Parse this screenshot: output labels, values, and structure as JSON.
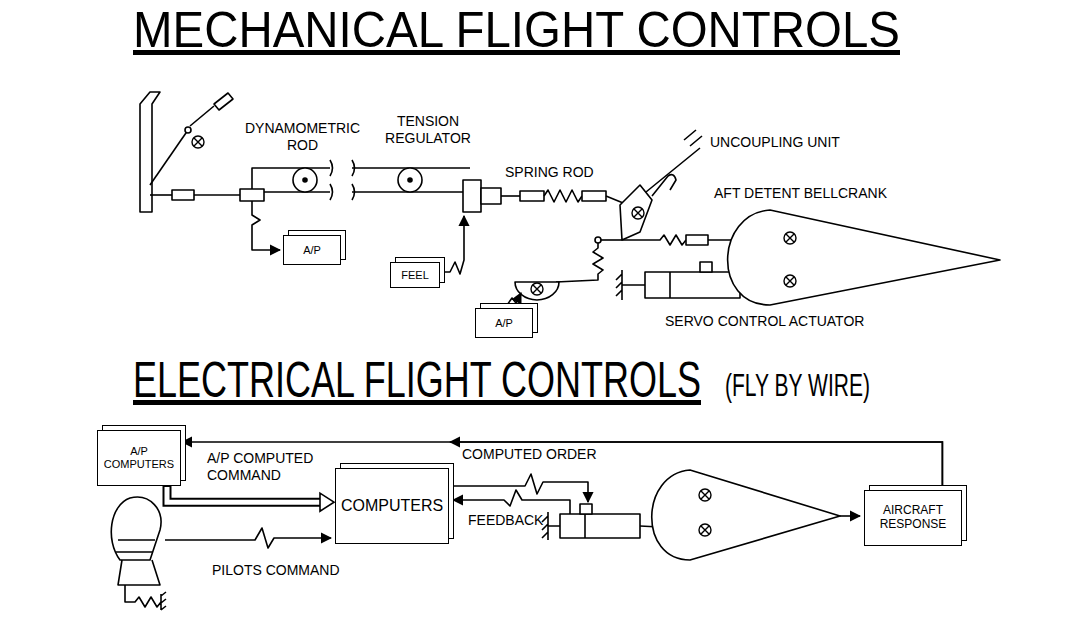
{
  "diagram": {
    "title": "MECHANICAL FLIGHT CONTROLS",
    "nodes": [
      {
        "text": [
          "A/P"
        ]
      },
      {
        "text": [
          "FEEL"
        ]
      },
      {
        "text": [
          "A/P"
        ]
      },
      {
        "text": [
          "A/P COMPUTERS"
        ]
      },
      {
        "text": [
          "COMPUTERS"
        ]
      },
      {
        "text": [
          "AIRCRAFT RESPONSE"
        ]
      }
    ],
    "edges": [
      {
        "from": 3,
        "to": 4,
        "arrow": "to",
        "label": "A/P COMPUTED COMMAND"
      },
      {
        "from": 5,
        "to": 3,
        "arrow": "to"
      },
      {
        "from": 5,
        "to": 4,
        "arrow": "to"
      }
    ],
    "labels": [
      "DYNAMOMETRIC ROD",
      "TENSION REGULATOR",
      "UNCOUPLING UNIT",
      "SPRING ROD",
      "AFT DETENT BELLCRANK",
      "SERVO CONTROL ACTUATOR",
      "ELECTRICAL FLIGHT CONTROLS",
      "(FLY BY WIRE)",
      "COMPUTED ORDER",
      "FEEDBACK",
      "PILOTS COMMAND"
    ]
  }
}
